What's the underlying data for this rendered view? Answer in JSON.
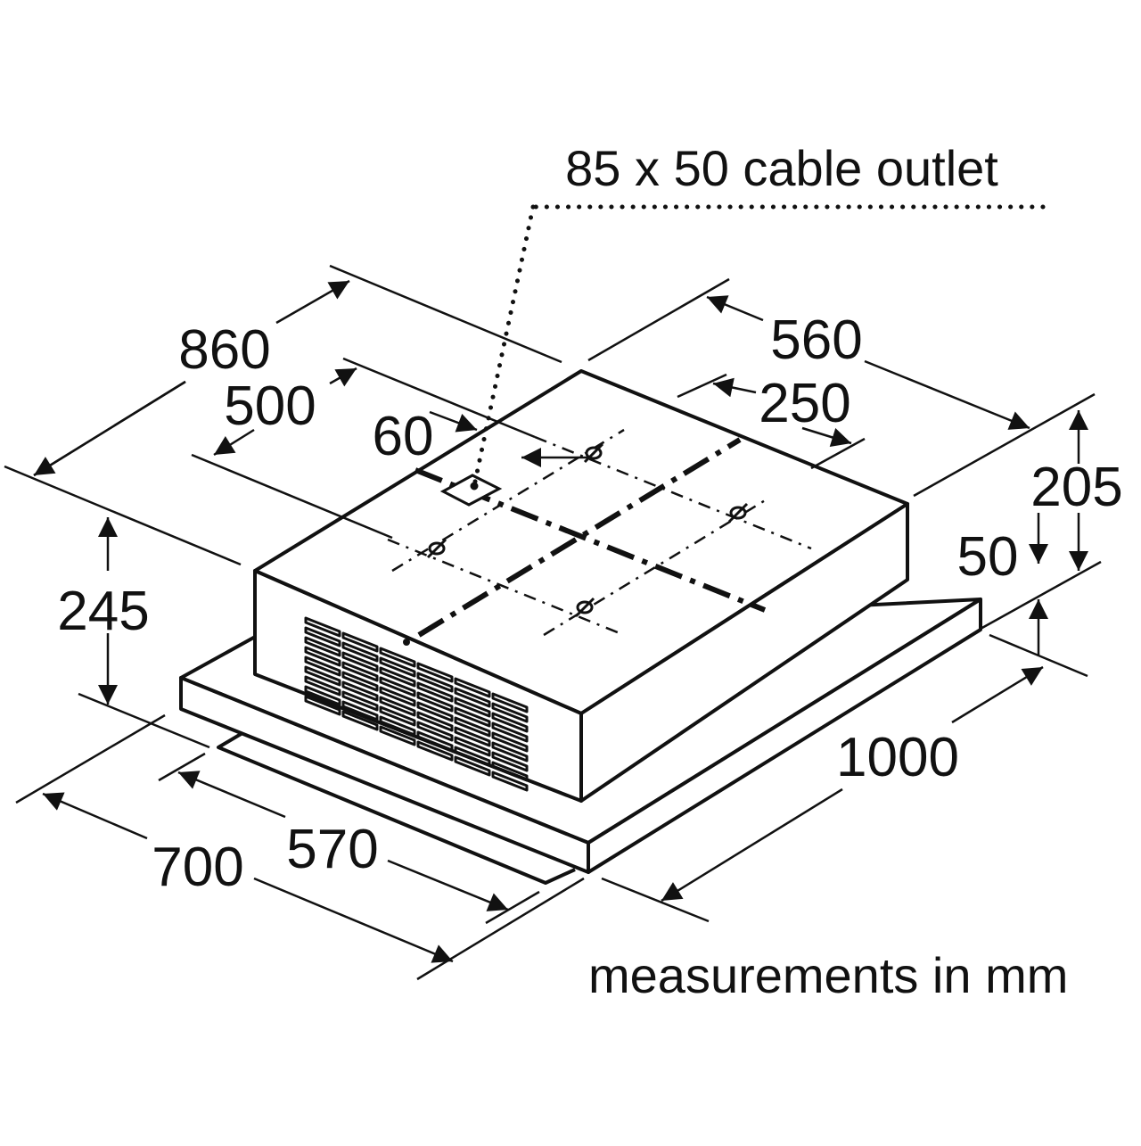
{
  "title": "85 x 50 cable outlet",
  "footer": "measurements in mm",
  "dimensions": {
    "overall_depth": "860",
    "mount_depth": "500",
    "outlet_offset": "60",
    "overall_width": "560",
    "mount_width": "250",
    "body_height": "205",
    "panel_thickness": "50",
    "total_height": "245",
    "panel_width": "1000",
    "cutout_depth": "570",
    "panel_depth": "700"
  },
  "colors": {
    "ink": "#111111",
    "background": "#ffffff"
  }
}
